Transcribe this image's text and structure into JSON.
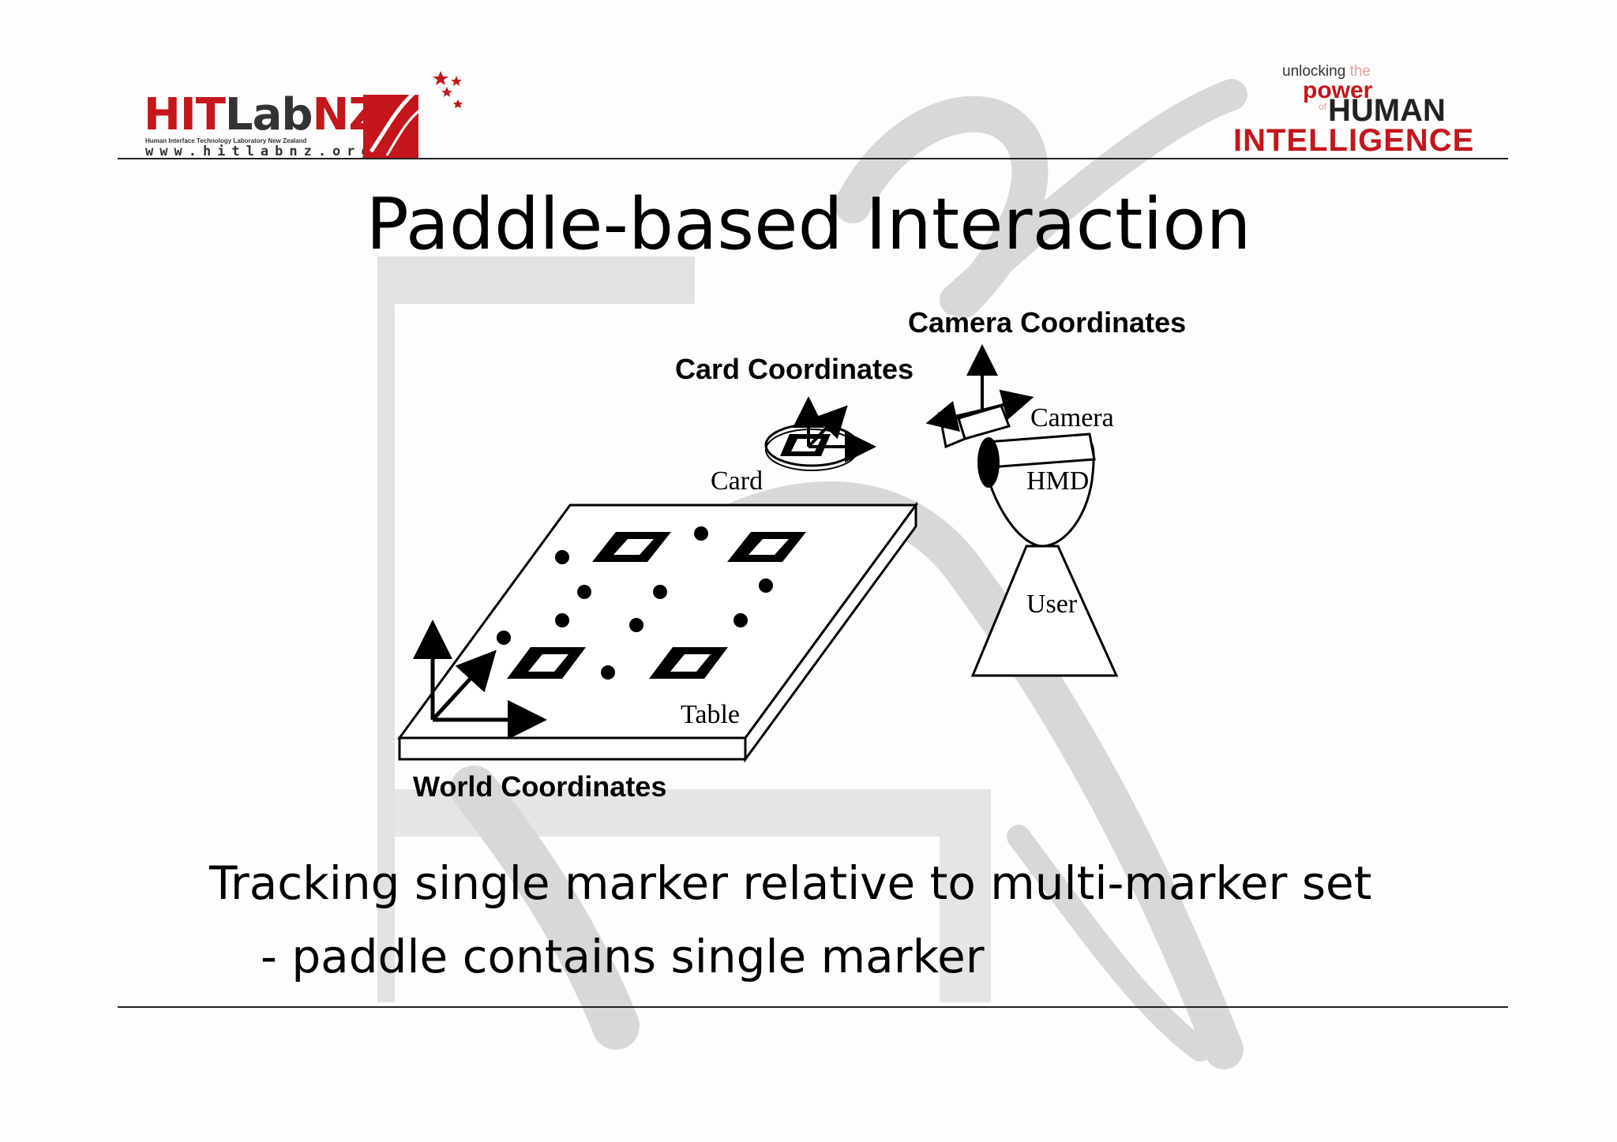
{
  "logos": {
    "left": {
      "brand_hit": "HIT",
      "brand_lab": "Lab",
      "brand_nz": "NZ",
      "subtitle": "Human Interface Technology Laboratory New Zealand",
      "url": "www.hitlabnz.org"
    },
    "right": {
      "unlocking": "unlocking",
      "the": "the",
      "power": "power",
      "of": "of",
      "human": "HUMAN",
      "intelligence": "INTELLIGENCE"
    }
  },
  "title": "Paddle-based Interaction",
  "diagram": {
    "labels": {
      "camera_coordinates": "Camera Coordinates",
      "card_coordinates": "Card Coordinates",
      "world_coordinates": "World Coordinates",
      "camera": "Camera",
      "hmd": "HMD",
      "card": "Card",
      "user": "User",
      "table": "Table"
    }
  },
  "body": {
    "line1": "Tracking single marker relative to multi-marker set",
    "line2": "- paddle contains single marker"
  },
  "colors": {
    "brand_red": "#c4161c",
    "watermark_gray": "#dcdcdc",
    "text": "#000000"
  }
}
